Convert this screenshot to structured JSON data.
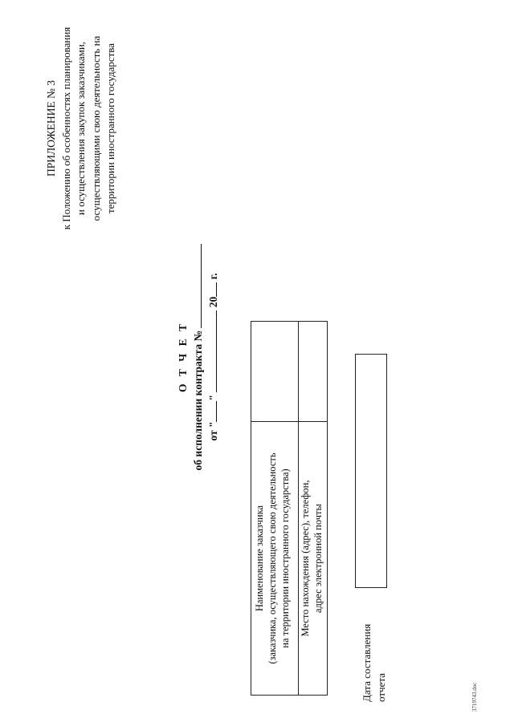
{
  "appendix": {
    "title": "ПРИЛОЖЕНИЕ № 3",
    "lines": [
      "к Положению об особенностях планирования",
      "и осуществления закупок заказчиками,",
      "осуществляющими свою деятельность на",
      "территории иностранного государства"
    ]
  },
  "report": {
    "heading": "О Т Ч Е Т",
    "contract_prefix": "об исполнении контракта №",
    "date_from": "от \"",
    "date_quote": "\"",
    "year": "20",
    "year_suffix": "г."
  },
  "table": {
    "rows": [
      {
        "label_lines": [
          "Наименование заказчика",
          "(заказчика, осуществляющего свою деятельность",
          "на территории иностранного государства)"
        ],
        "value": ""
      },
      {
        "label_lines": [
          "Место нахождения (адрес), телефон,",
          "адрес электронной почты"
        ],
        "value": ""
      }
    ]
  },
  "date_field": {
    "label_lines": [
      "Дата составления",
      "отчета"
    ],
    "value": ""
  },
  "footer": {
    "doc_ref": "3719743.doc"
  }
}
